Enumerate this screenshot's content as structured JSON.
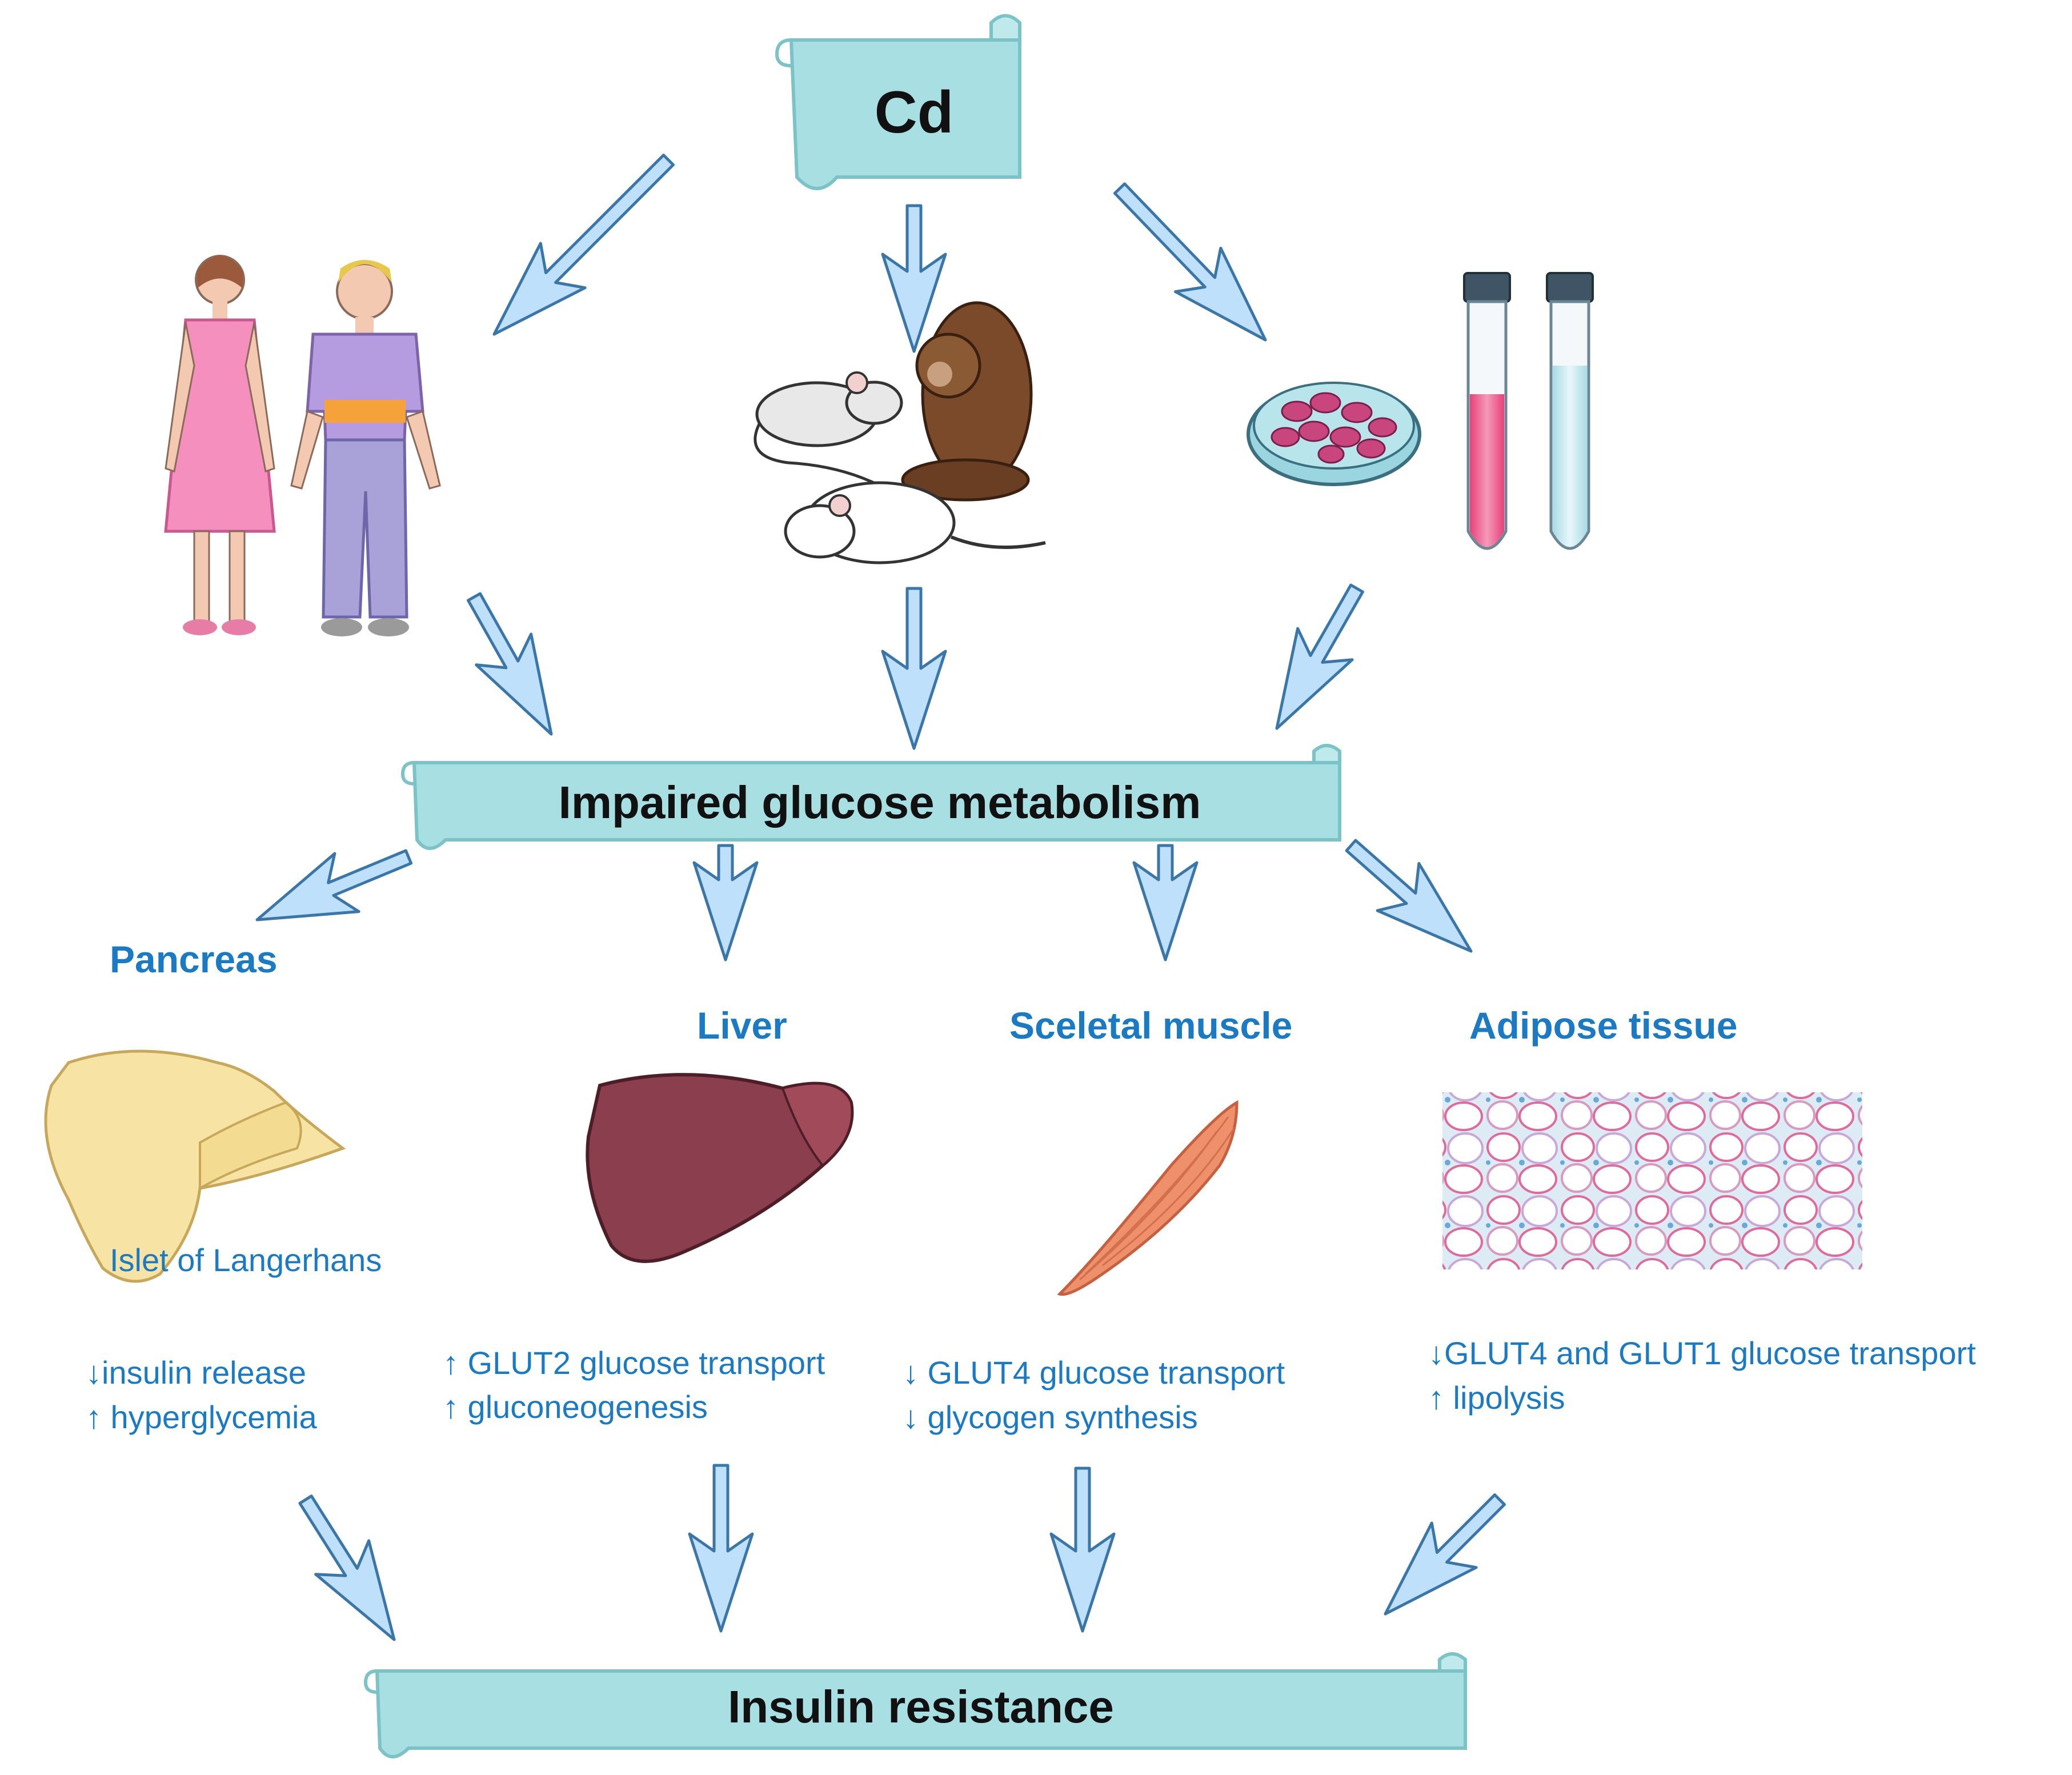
{
  "nodes": {
    "cd": "Cd",
    "impaired": "Impaired glucose metabolism",
    "insulin_resistance": "Insulin resistance"
  },
  "organs": {
    "pancreas": {
      "title": "Pancreas",
      "structure": "Islet of Langerhans",
      "line1": "↓insulin release",
      "line2": "↑ hyperglycemia"
    },
    "liver": {
      "title": "Liver",
      "line1": "↑ GLUT2 glucose transport",
      "line2": "↑ gluconeogenesis"
    },
    "muscle": {
      "title": "Sceletal muscle",
      "line1": "↓ GLUT4 glucose transport",
      "line2": "↓ glycogen synthesis"
    },
    "adipose": {
      "title": "Adipose tissue",
      "line1": "↓GLUT4 and GLUT1 glucose transport",
      "line2": "↑ lipolysis"
    }
  },
  "colors": {
    "scroll_fill": "#a8dfe2",
    "scroll_stroke": "#7cc3c8",
    "arrow_fill": "#bfe0fb",
    "arrow_stroke": "#3a76a8",
    "organ_text": "#1a7ac4"
  },
  "icons": [
    "human-figures-icon",
    "lab-animals-icon",
    "cell-culture-icon",
    "pancreas-icon",
    "liver-icon",
    "skeletal-muscle-icon",
    "adipose-tissue-icon"
  ]
}
